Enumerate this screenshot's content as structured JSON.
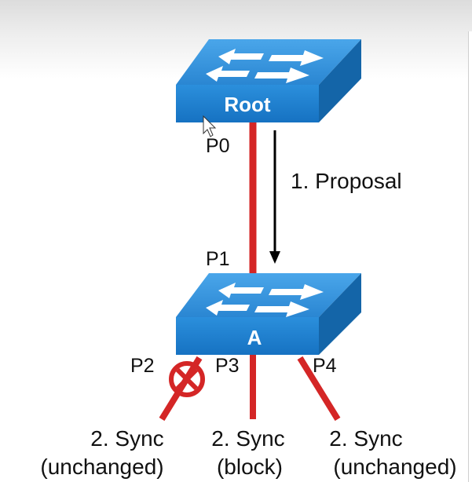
{
  "switches": {
    "root": {
      "name": "Root"
    },
    "a": {
      "name": "A"
    }
  },
  "ports": {
    "p0": "P0",
    "p1": "P1",
    "p2": "P2",
    "p3": "P3",
    "p4": "P4"
  },
  "messages": {
    "proposal": "1. Proposal"
  },
  "sync": [
    {
      "line1": "2. Sync",
      "line2": "(unchanged)"
    },
    {
      "line1": "2. Sync",
      "line2": "(block)"
    },
    {
      "line1": "2. Sync",
      "line2": "(unchanged)"
    }
  ],
  "colors": {
    "switch_top": "#2f8fdc",
    "switch_front": "#1f7fcf",
    "switch_side": "#1465a8",
    "link": "#d42626",
    "arrow": "#000000",
    "blocked_symbol": "#d42626"
  },
  "icons": {
    "switch": "switch-icon",
    "blocked_port": "blocked-port-icon",
    "cursor": "mouse-cursor-icon"
  }
}
